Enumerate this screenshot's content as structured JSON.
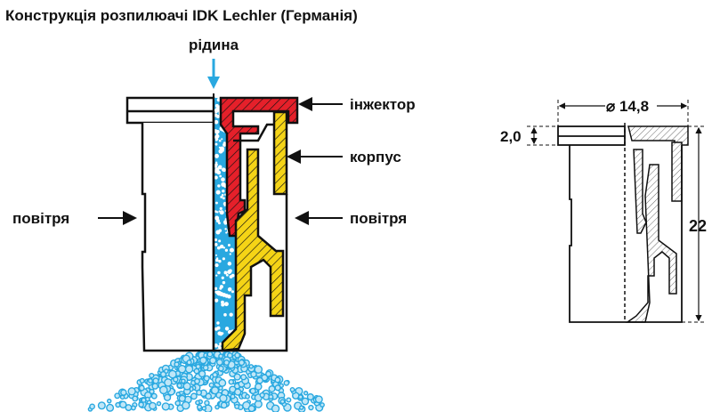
{
  "title": "Конструкція розпилюачі IDK Lechler (Германія)",
  "labels": {
    "liquid": "рідина",
    "injector": "інжектор",
    "body": "корпус",
    "air_left": "повітря",
    "air_right": "повітря"
  },
  "dimensions": {
    "diameter": "⌀ 14,8",
    "flange_height": "2,0",
    "total_height": "22"
  },
  "colors": {
    "injector": "#e5202a",
    "body": "#f5d416",
    "liquid": "#29a8e0",
    "outline": "#111111"
  }
}
